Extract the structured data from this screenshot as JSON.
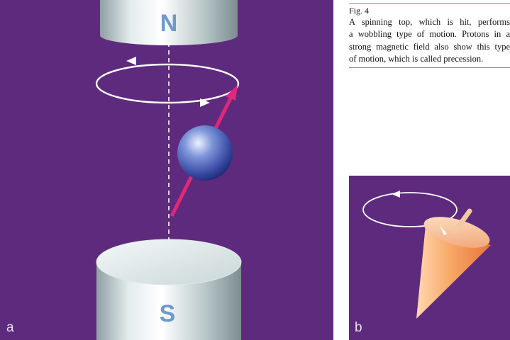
{
  "caption": {
    "figure_label": "Fig. 4",
    "lines": [
      "A spinning top, which is hit, performs",
      "a wobbling type of motion. Protons in a",
      "strong magnetic field also show this type",
      "of motion, which is called precession."
    ]
  },
  "panel_a": {
    "letter": "a",
    "north_label": "N",
    "south_label": "S"
  },
  "panel_b": {
    "letter": "b"
  },
  "colors": {
    "background_purple": "#5e2a7e",
    "arrow_magenta": "#e0287a",
    "proton_blue": "#4a66c0",
    "cone_orange": "#f59a5a",
    "caption_rule": "#e06a8a"
  }
}
